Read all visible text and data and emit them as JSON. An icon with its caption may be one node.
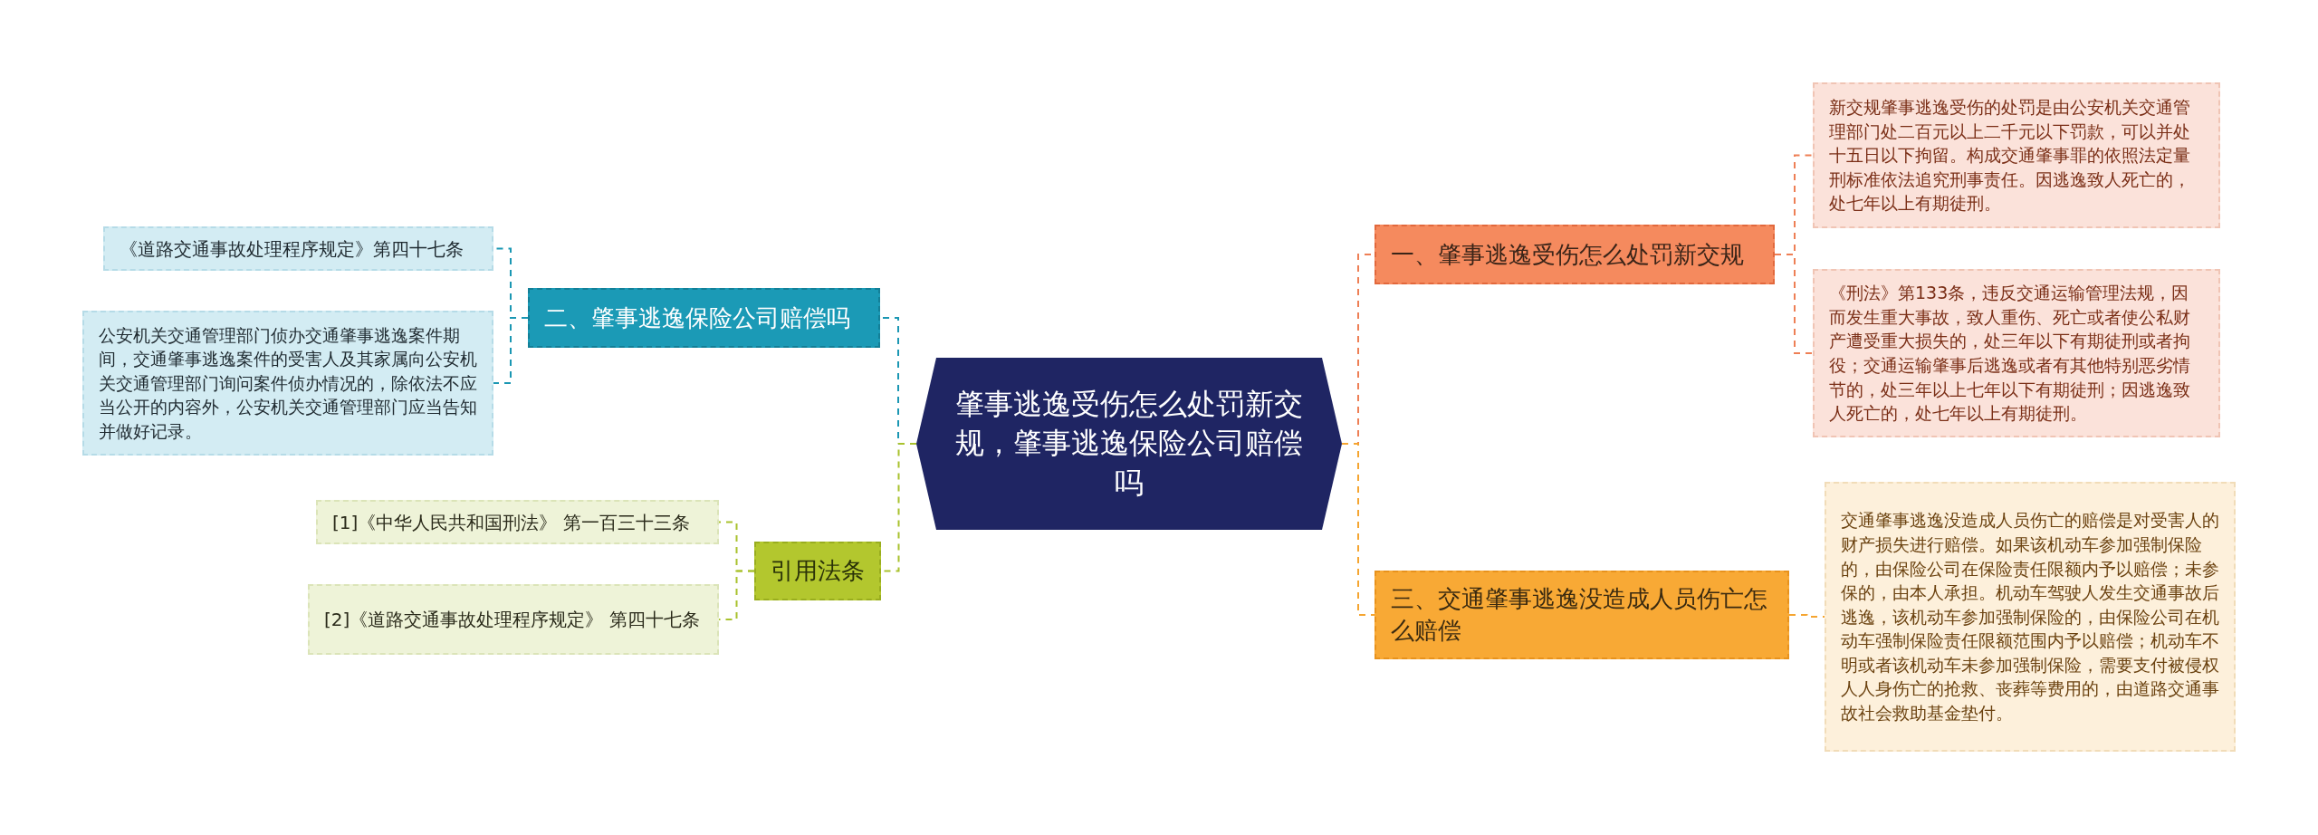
{
  "diagram": {
    "nodes": [
      {
        "text": [
          "肇事逃逸受伤怎么处罚新交规，肇事逃逸保险公司赔偿吗"
        ]
      },
      {
        "text": [
          "一、肇事逃逸受伤怎么处罚新交规"
        ]
      },
      {
        "text": [
          "新交规肇事逃逸受伤的处罚是由公安机关交通管理部门处二百元以上二千元以下罚款，可以并处十五日以下拘留。构成交通肇事罪的依照法定量刑标准依法追究刑事责任。因逃逸致人死亡的，处七年以上有期徒刑。"
        ]
      },
      {
        "text": [
          "《刑法》第133条，违反交通运输管理法规，因而发生重大事故，致人重伤、死亡或者使公私财产遭受重大损失的，处三年以下有期徒刑或者拘役；交通运输肇事后逃逸或者有其他特别恶劣情节的，处三年以上七年以下有期徒刑；因逃逸致人死亡的，处七年以上有期徒刑。"
        ]
      },
      {
        "text": [
          "三、交通肇事逃逸没造成人员伤亡怎么赔偿"
        ]
      },
      {
        "text": [
          "交通肇事逃逸没造成人员伤亡的赔偿是对受害人的财产损失进行赔偿。如果该机动车参加强制保险的，由保险公司在保险责任限额内予以赔偿；未参保的，由本人承担。机动车驾驶人发生交通事故后逃逸，该机动车参加强制保险的，由保险公司在机动车强制保险责任限额范围内予以赔偿；机动车不明或者该机动车未参加强制保险，需要支付被侵权人人身伤亡的抢救、丧葬等费用的，由道路交通事故社会救助基金垫付。"
        ]
      },
      {
        "text": [
          "二、肇事逃逸保险公司赔偿吗"
        ]
      },
      {
        "text": [
          "《道路交通事故处理程序规定》第四十七条"
        ]
      },
      {
        "text": [
          "公安机关交通管理部门侦办交通肇事逃逸案件期间，交通肇事逃逸案件的受害人及其家属向公安机关交通管理部门询问案件侦办情况的，除依法不应当公开的内容外，公安机关交通管理部门应当告知并做好记录。"
        ]
      },
      {
        "text": [
          "引用法条"
        ]
      },
      {
        "text": [
          "[1]《中华人民共和国刑法》 第一百三十三条"
        ]
      },
      {
        "text": [
          "[2]《道路交通事故处理程序规定》 第四十七条"
        ]
      }
    ],
    "edges": [
      {
        "from": 0,
        "to": 1,
        "arrow": "none",
        "style": "dashed",
        "color": "#ee7f55"
      },
      {
        "from": 1,
        "to": 2,
        "arrow": "none",
        "style": "dashed",
        "color": "#ee7f55"
      },
      {
        "from": 1,
        "to": 3,
        "arrow": "none",
        "style": "dashed",
        "color": "#ee7f55"
      },
      {
        "from": 0,
        "to": 4,
        "arrow": "none",
        "style": "dashed",
        "color": "#f5a531"
      },
      {
        "from": 4,
        "to": 5,
        "arrow": "none",
        "style": "dashed",
        "color": "#f5a531"
      },
      {
        "from": 0,
        "to": 6,
        "arrow": "none",
        "style": "dashed",
        "color": "#1b97b3"
      },
      {
        "from": 6,
        "to": 7,
        "arrow": "none",
        "style": "dashed",
        "color": "#1b97b3"
      },
      {
        "from": 6,
        "to": 8,
        "arrow": "none",
        "style": "dashed",
        "color": "#1b97b3"
      },
      {
        "from": 0,
        "to": 9,
        "arrow": "none",
        "style": "dashed",
        "color": "#a9c22e"
      },
      {
        "from": 9,
        "to": 10,
        "arrow": "none",
        "style": "dashed",
        "color": "#a9c22e"
      },
      {
        "from": 9,
        "to": 11,
        "arrow": "none",
        "style": "dashed",
        "color": "#a9c22e"
      }
    ]
  }
}
